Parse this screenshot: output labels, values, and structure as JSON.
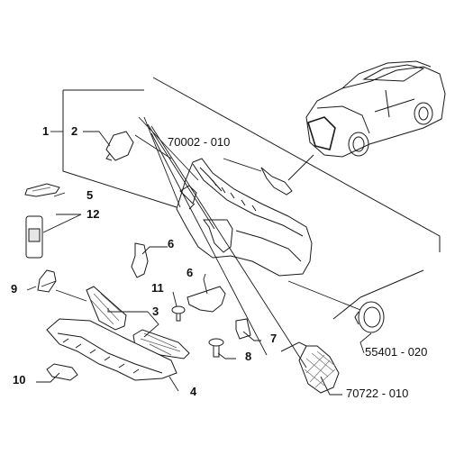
{
  "callouts": {
    "c1": "1",
    "c2": "2",
    "c3": "3",
    "c4": "4",
    "c5": "5",
    "c6a": "6",
    "c6b": "6",
    "c7": "7",
    "c8": "8",
    "c9": "9",
    "c10": "10",
    "c11": "11",
    "c12": "12",
    "p70002": "70002 - 010",
    "p55401": "55401 - 020",
    "p70722": "70722 - 010"
  },
  "colors": {
    "line": "#1a1a1a",
    "part_fill": "#ffffff",
    "mesh": "#555555"
  }
}
